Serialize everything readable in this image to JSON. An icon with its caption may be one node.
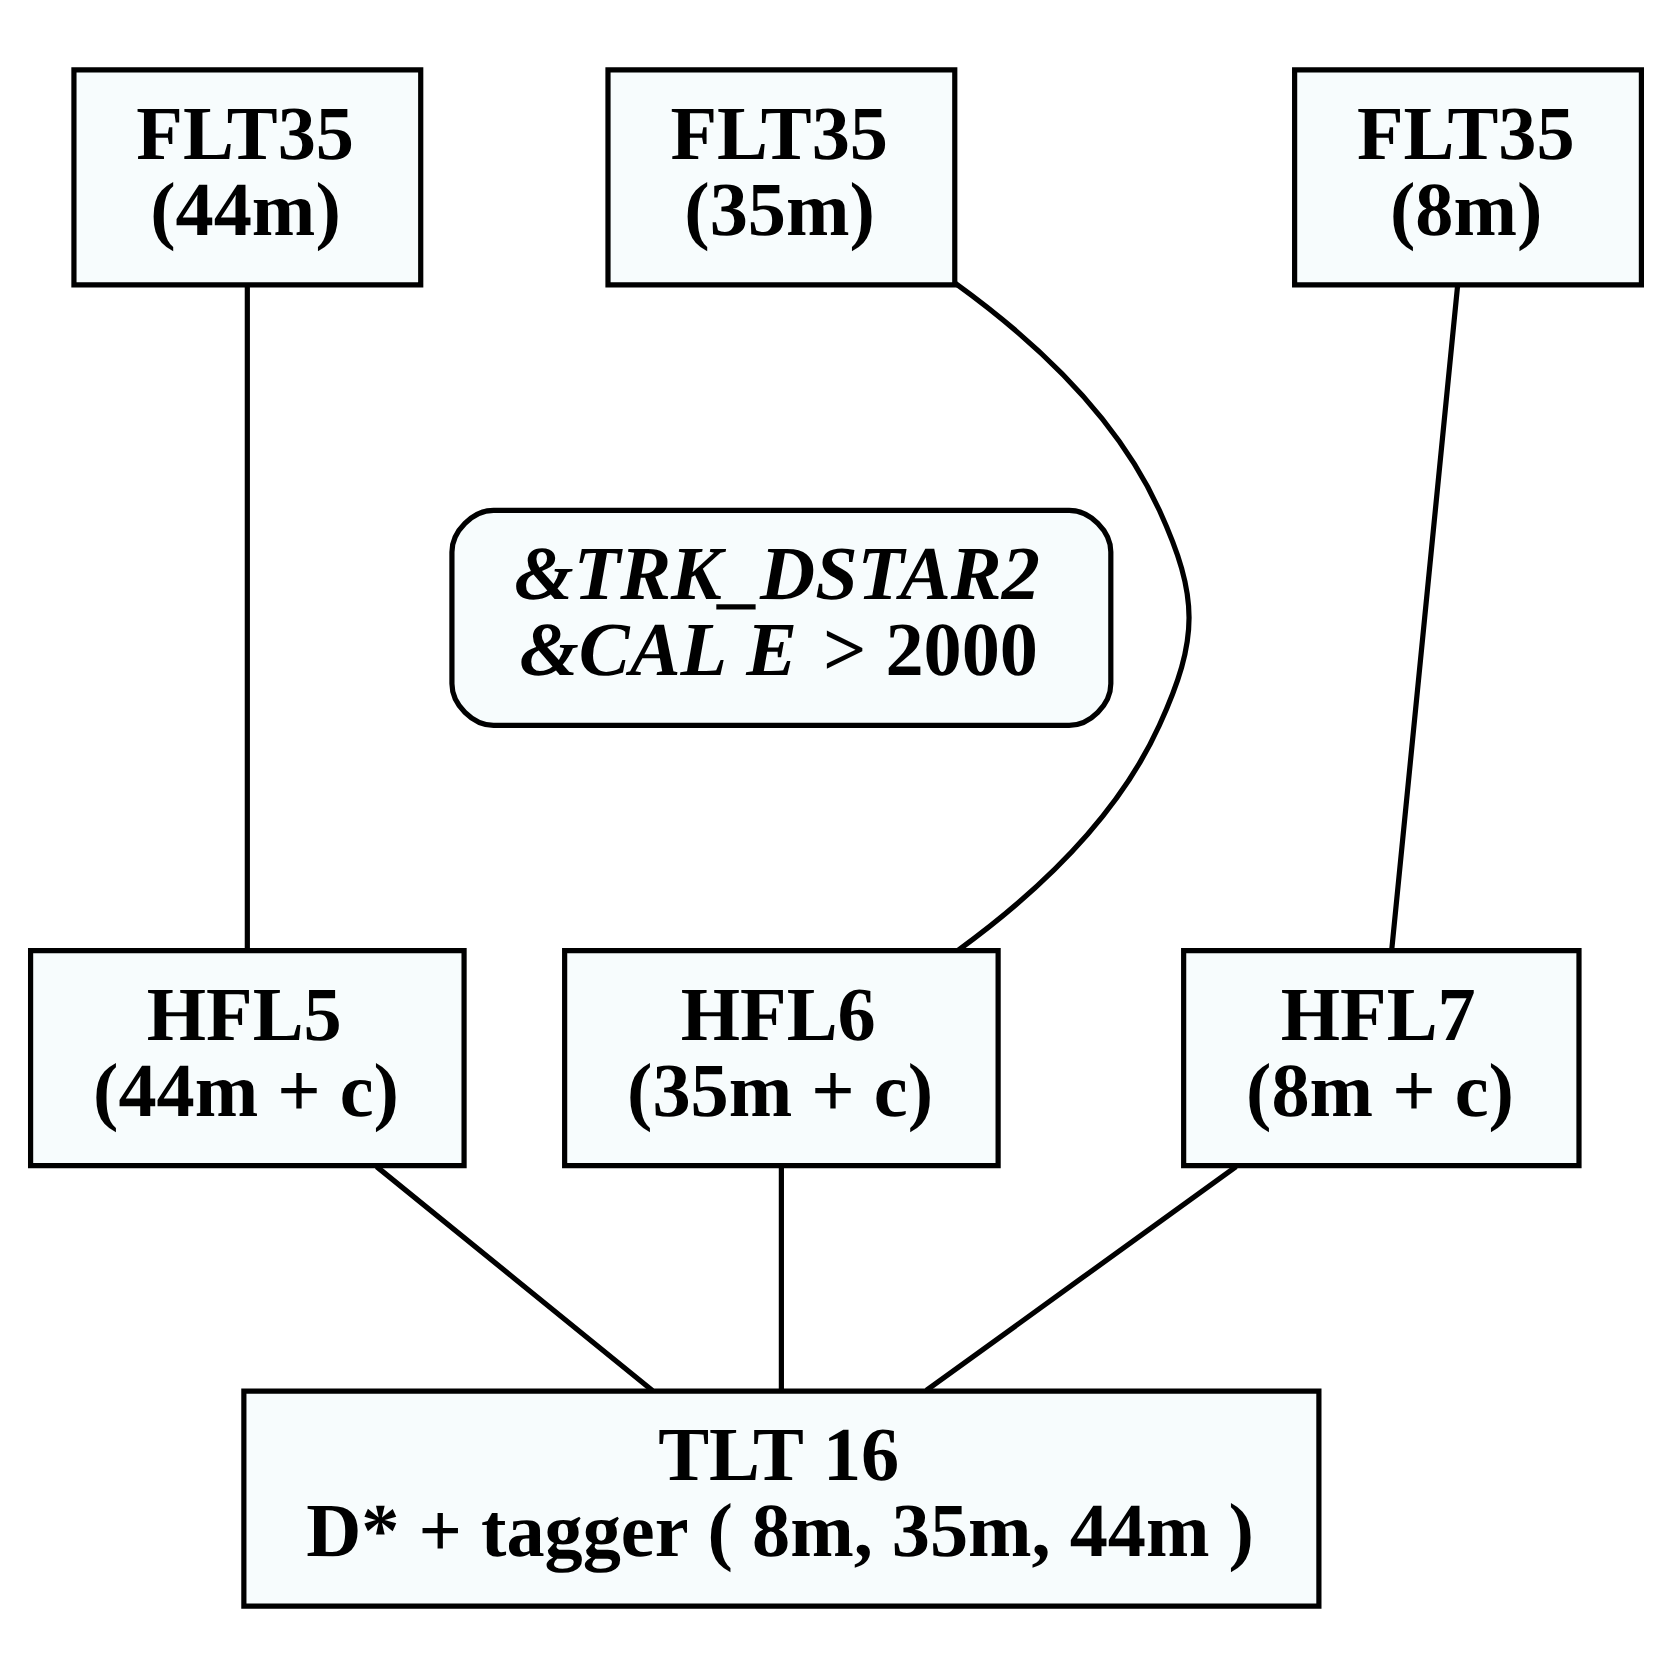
{
  "diagram": {
    "nodes": [
      {
        "text": [
          "FLT35",
          "(44m)"
        ]
      },
      {
        "text": [
          "FLT35",
          "(35m)"
        ]
      },
      {
        "text": [
          "FLT35",
          "(8m)"
        ]
      },
      {
        "text": [
          "*&TRK_DSTAR2*",
          "*&CAL E* > 2000"
        ]
      },
      {
        "text": [
          "HFL5",
          "(44m + c)"
        ]
      },
      {
        "text": [
          "HFL6",
          "(35m + c)"
        ]
      },
      {
        "text": [
          "HFL7",
          "(8m + c)"
        ]
      },
      {
        "text": [
          "TLT 16",
          "D* + tagger ( 8m, 35m, 44m )"
        ]
      }
    ],
    "edges": [
      {
        "from": 0,
        "to": 4,
        "arrow": "none"
      },
      {
        "from": 1,
        "to": 5,
        "arrow": "none"
      },
      {
        "from": 2,
        "to": 6,
        "arrow": "none"
      },
      {
        "from": 4,
        "to": 7,
        "arrow": "none"
      },
      {
        "from": 5,
        "to": 7,
        "arrow": "none"
      },
      {
        "from": 6,
        "to": 7,
        "arrow": "none"
      }
    ]
  }
}
